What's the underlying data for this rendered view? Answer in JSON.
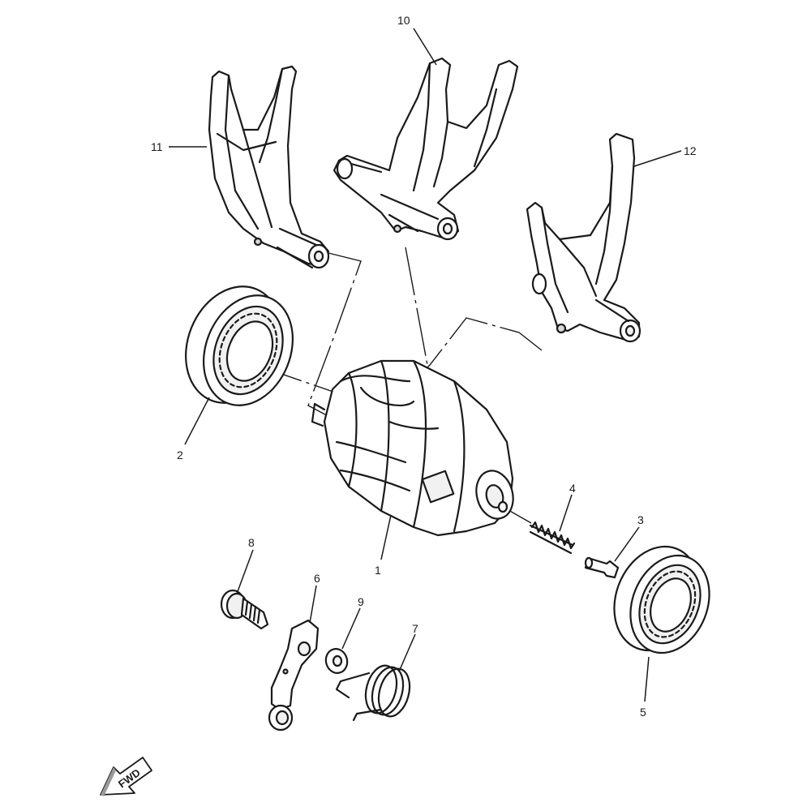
{
  "callouts": {
    "p1": "1",
    "p2": "2",
    "p3": "3",
    "p4": "4",
    "p5": "5",
    "p6": "6",
    "p7": "7",
    "p8": "8",
    "p9": "9",
    "p10": "10",
    "p11": "11",
    "p12": "12"
  },
  "fwd_label": "FWD"
}
